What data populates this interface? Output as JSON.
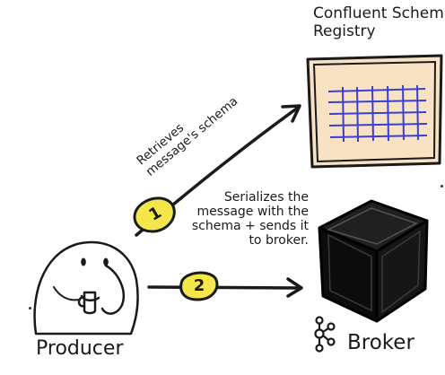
{
  "registry": {
    "title_line1": "Confluent Schem",
    "title_line2": "Registry",
    "panel_color": "#f7e2c4",
    "grid_color": "#3b3fd1"
  },
  "step1": {
    "number": "1",
    "label_line1": "Retrieves",
    "label_line2": "message's schema"
  },
  "step2": {
    "number": "2",
    "label_line1": "Serializes the",
    "label_line2": "message with the",
    "label_line3": "schema + sends it",
    "label_line4": "to broker."
  },
  "producer": {
    "label": "Producer"
  },
  "broker": {
    "label": "Broker",
    "icon": "kafka-logo-icon"
  },
  "colors": {
    "badge": "#f5e64a",
    "ink": "#1a1a1a",
    "cube": "#101010"
  }
}
